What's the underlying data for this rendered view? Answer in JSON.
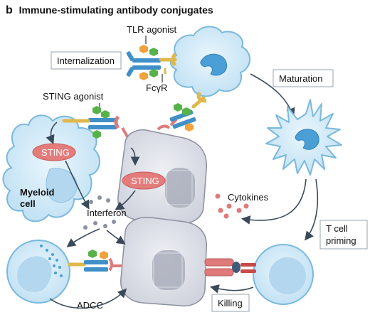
{
  "panel_letter": "b",
  "title": "Immune-stimulating antibody conjugates",
  "labels": {
    "tlr_agonist": "TLR agonist",
    "fcgr": "FcγR",
    "internalization": "Internalization",
    "maturation": "Maturation",
    "sting_agonist": "STING agonist",
    "sting_myeloid": "STING",
    "sting_tumor": "STING",
    "myeloid_line1": "Myeloid",
    "myeloid_line2": "cell",
    "interferon": "Interferon",
    "cytokines": "Cytokines",
    "tcell_priming_line1": "T cell",
    "tcell_priming_line2": "priming",
    "killing": "Killing",
    "adcc": "ADCC"
  },
  "colors": {
    "cell_fill": "#cfe8f6",
    "cell_stroke": "#7ab9dd",
    "tumor_fill": "#dcdee6",
    "tumor_stroke": "#8c90a0",
    "sting_fill": "#e57c7c",
    "arrow": "#3b4a5a",
    "antibody_blue": "#3f8fc8",
    "agonist_orange": "#f0a33a",
    "agonist_green": "#57b24a",
    "receptor_gold": "#e0b84a",
    "receptor_red": "#e07a7a"
  }
}
